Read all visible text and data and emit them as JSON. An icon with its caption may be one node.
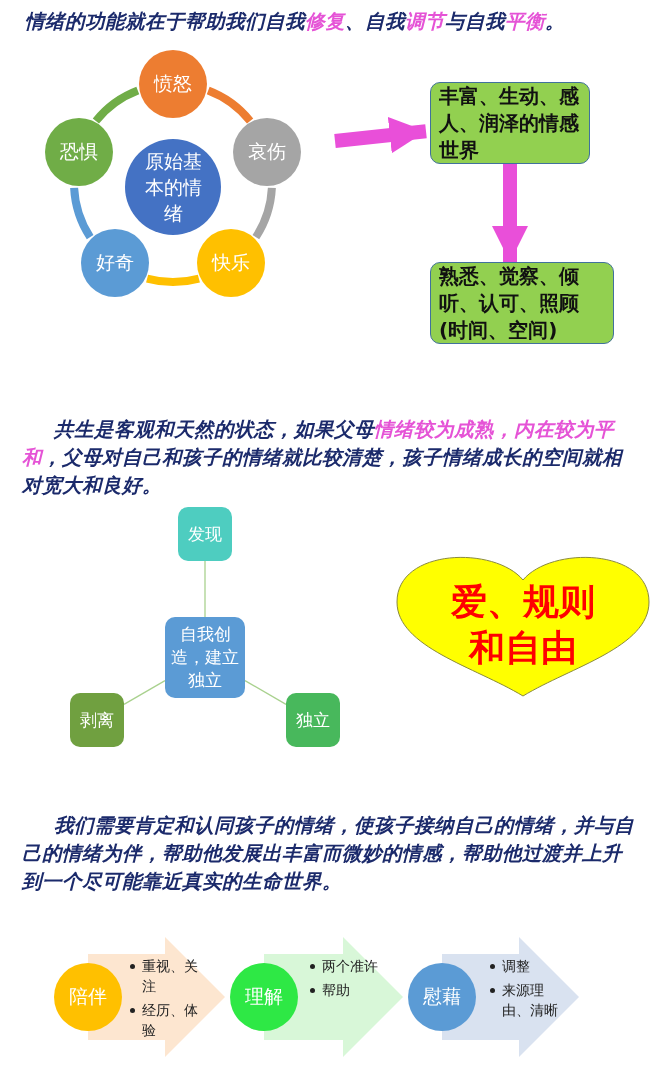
{
  "diagram": {
    "nodes": [
      {
        "text": [
          "原始基本的情绪"
        ]
      },
      {
        "text": [
          "愤怒"
        ]
      },
      {
        "text": [
          "哀伤"
        ]
      },
      {
        "text": [
          "快乐"
        ]
      },
      {
        "text": [
          "好奇"
        ]
      },
      {
        "text": [
          "恐惧"
        ]
      },
      {
        "text": [
          "丰富、生动、感人、润泽的情感世界"
        ]
      },
      {
        "text": [
          "熟悉、觉察、倾听、认可、照顾 (时间、空间)"
        ]
      },
      {
        "text": [
          "发现"
        ]
      },
      {
        "text": [
          "自我创造，建立独立"
        ]
      },
      {
        "text": [
          "剥离"
        ]
      },
      {
        "text": [
          "独立"
        ]
      },
      {
        "text": [
          "爱、规则和自由"
        ]
      },
      {
        "text": [
          "陪伴"
        ]
      },
      {
        "text": [
          "重视、关注",
          "经历、体验"
        ]
      },
      {
        "text": [
          "理解"
        ]
      },
      {
        "text": [
          "两个准许",
          "帮助"
        ]
      },
      {
        "text": [
          "慰藉"
        ]
      },
      {
        "text": [
          "调整",
          "来源理由、清晰"
        ]
      }
    ],
    "edges": [
      {
        "from": 1,
        "to": 2,
        "arrow": "none",
        "color": "#ed7d31"
      },
      {
        "from": 2,
        "to": 3,
        "arrow": "none",
        "color": "#a5a5a5"
      },
      {
        "from": 3,
        "to": 4,
        "arrow": "none",
        "color": "#ffc000"
      },
      {
        "from": 4,
        "to": 5,
        "arrow": "none",
        "color": "#5b9bd5"
      },
      {
        "from": 5,
        "to": 1,
        "arrow": "none",
        "color": "#70ad47"
      },
      {
        "from": null,
        "to": 6,
        "arrow": "to",
        "color": "#e94fd9"
      },
      {
        "from": 6,
        "to": 7,
        "arrow": "to",
        "color": "#e94fd9"
      },
      {
        "from": 13,
        "to": 15,
        "arrow": "to",
        "color": "#fde6d0"
      },
      {
        "from": 15,
        "to": 17,
        "arrow": "to",
        "color": "#d8f7d8"
      },
      {
        "from": 17,
        "to": null,
        "arrow": "to",
        "color": "#d9e2f0"
      },
      {
        "from": 8,
        "to": 9,
        "arrow": "none"
      },
      {
        "from": 9,
        "to": 10,
        "arrow": "none"
      },
      {
        "from": 9,
        "to": 11,
        "arrow": "none"
      }
    ],
    "labels": [
      "情绪的功能就在于帮助我们自我**修复**、自我**调节**与自我**平衡**。",
      "共生是客观和天然的状态，如果父母**情绪较为成熟，内在较为平和**，父母对自己和孩子的情绪就比较清楚，孩子情绪成长的空间就相对宽大和良好。",
      "我们需要肯定和认同孩子的情绪，使孩子接纳自己的情绪，并与自己的情绪为伴，帮助他发展出丰富而微妙的情感，帮助他过渡并上升到一个尽可能靠近真实的生命世界。"
    ]
  }
}
